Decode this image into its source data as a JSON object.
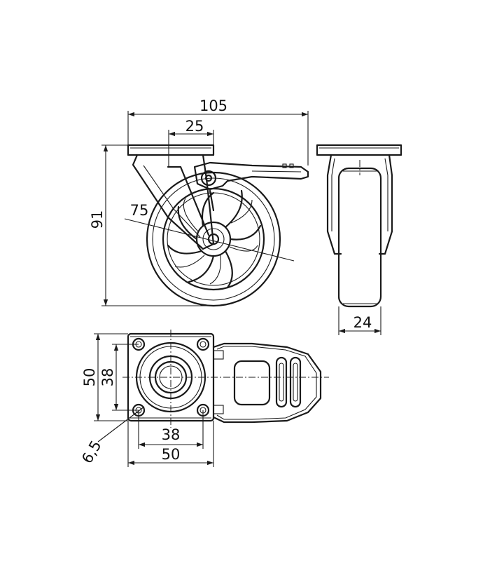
{
  "dimensions": {
    "overall_width": "105",
    "plate_offset": "25",
    "overall_height": "91",
    "wheel_diameter": "75",
    "wheel_width": "24",
    "plate_outer_height": "50",
    "plate_hole_height": "38",
    "plate_hole_width": "38",
    "plate_outer_width": "50",
    "hole_diameter": "6,5"
  }
}
